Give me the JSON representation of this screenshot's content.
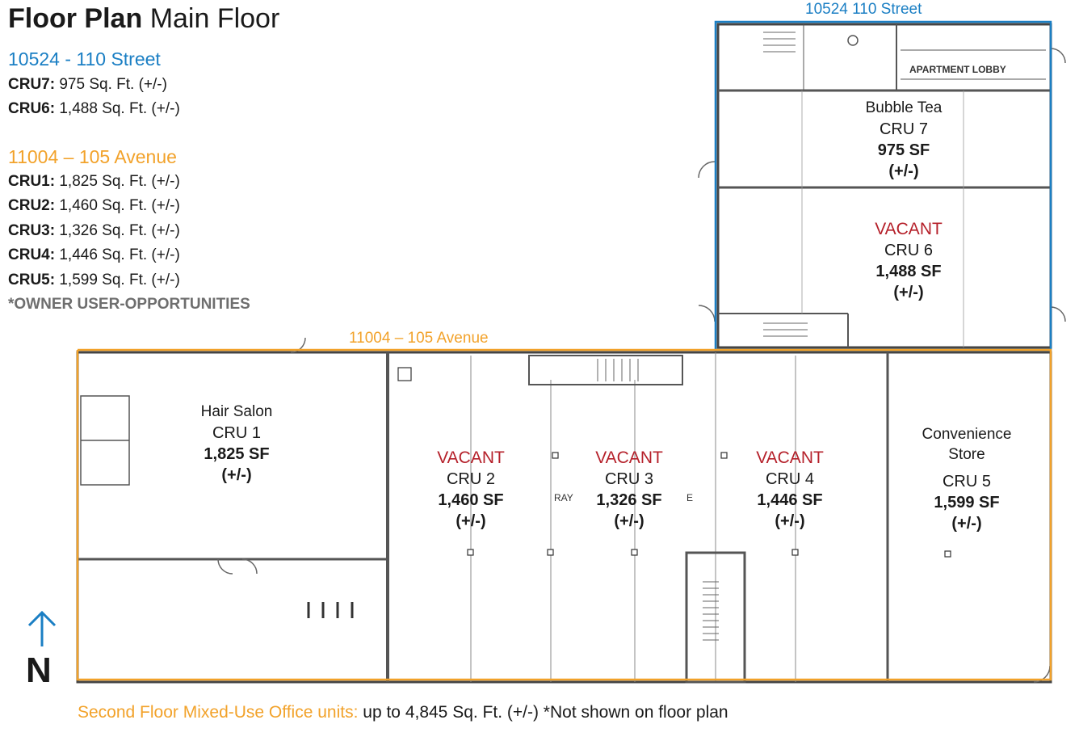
{
  "header": {
    "title_bold": "Floor Plan",
    "title_light": "Main Floor"
  },
  "legend": {
    "address_a": "10524 - 110 Street",
    "cru7": {
      "label": "CRU7:",
      "value": "975 Sq. Ft. (+/-)"
    },
    "cru6": {
      "label": "CRU6:",
      "value": "1,488 Sq. Ft. (+/-)"
    },
    "address_b": "11004 – 105 Avenue",
    "cru1": {
      "label": "CRU1:",
      "value": "1,825 Sq. Ft.  (+/-)"
    },
    "cru2": {
      "label": "CRU2:",
      "value": "1,460 Sq. Ft. (+/-)"
    },
    "cru3": {
      "label": "CRU3:",
      "value": "1,326 Sq. Ft.  (+/-)"
    },
    "cru4": {
      "label": "CRU4:",
      "value": "1,446 Sq. Ft.  (+/-)"
    },
    "cru5": {
      "label": "CRU5:",
      "value": "1,599 Sq. Ft.  (+/-)"
    },
    "note": "*OWNER USER-OPPORTUNITIES"
  },
  "streets": {
    "top": "10524 110 Street",
    "mid": "11004 – 105 Avenue"
  },
  "plan_labels": {
    "apartment_lobby": "APARTMENT LOBBY",
    "ray": "RAY",
    "e": "E"
  },
  "units": {
    "cru7": {
      "tenant": "Bubble Tea",
      "name": "CRU 7",
      "sf": "975 SF",
      "pm": "(+/-)"
    },
    "cru6": {
      "status": "VACANT",
      "name": "CRU 6",
      "sf": "1,488 SF",
      "pm": "(+/-)"
    },
    "cru1": {
      "tenant": "Hair Salon",
      "name": "CRU 1",
      "sf": "1,825 SF",
      "pm": "(+/-)"
    },
    "cru2": {
      "status": "VACANT",
      "name": "CRU 2",
      "sf": "1,460 SF",
      "pm": "(+/-)"
    },
    "cru3": {
      "status": "VACANT",
      "name": "CRU 3",
      "sf": "1,326 SF",
      "pm": "(+/-)"
    },
    "cru4": {
      "status": "VACANT",
      "name": "CRU 4",
      "sf": "1,446 SF",
      "pm": "(+/-)"
    },
    "cru5": {
      "tenant_line1": "Convenience",
      "tenant_line2": "Store",
      "name": "CRU 5",
      "sf": "1,599 SF",
      "pm": "(+/-)"
    }
  },
  "north": {
    "label": "N"
  },
  "footer": {
    "lead": "Second Floor Mixed-Use Office units:",
    "detail": " up to 4,845 Sq. Ft. (+/-) *Not shown on floor plan"
  },
  "colors": {
    "blue": "#1b7fc4",
    "orange": "#f2a22a",
    "vacant_red": "#b5202a"
  }
}
